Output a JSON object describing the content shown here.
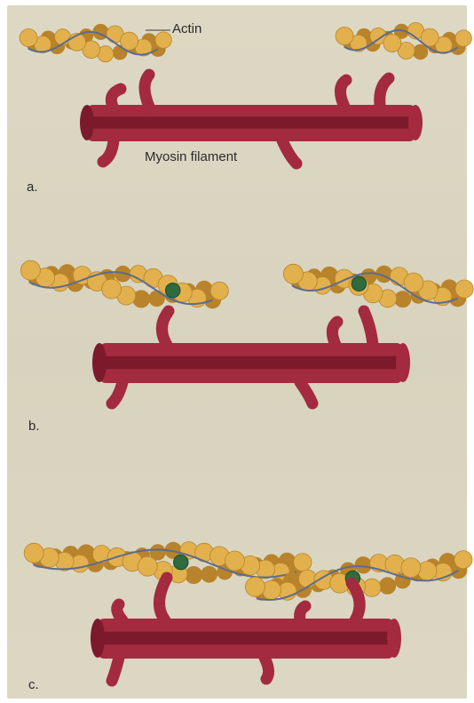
{
  "figure": {
    "labels": {
      "actin": "Actin",
      "myosin_filament": "Myosin filament"
    },
    "panels": [
      {
        "id": "a",
        "letter": "a."
      },
      {
        "id": "b",
        "letter": "b."
      },
      {
        "id": "c",
        "letter": "c."
      }
    ]
  },
  "colors": {
    "background": "#dcd7c2",
    "actin_bead": "#e2b14e",
    "actin_bead_shade": "#b8832a",
    "tropomyosin_strand": "#5c6b8e",
    "myosin": "#a32a3f",
    "myosin_shade": "#7c1a2c",
    "troponin": "#2f6b3e"
  }
}
